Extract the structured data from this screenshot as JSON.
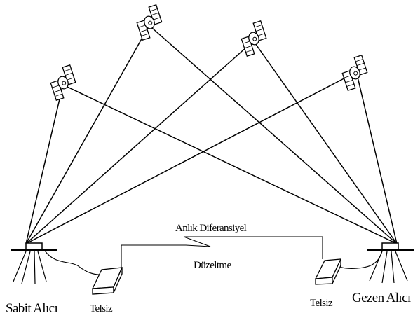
{
  "diagram": {
    "stations": {
      "base": {
        "label": "Sabit Alıcı"
      },
      "rover": {
        "label": "Gezen Alıcı"
      }
    },
    "radios": {
      "base_radio": {
        "label": "Telsiz"
      },
      "rover_radio": {
        "label": "Telsiz"
      }
    },
    "link": {
      "line1": "Anlık Diferansiyel",
      "line2": "Düzeltme"
    },
    "satellites": [
      {
        "name": "satellite-1"
      },
      {
        "name": "satellite-2"
      },
      {
        "name": "satellite-3"
      },
      {
        "name": "satellite-4"
      }
    ],
    "colors": {
      "ink": "#000000",
      "background": "#ffffff"
    }
  }
}
